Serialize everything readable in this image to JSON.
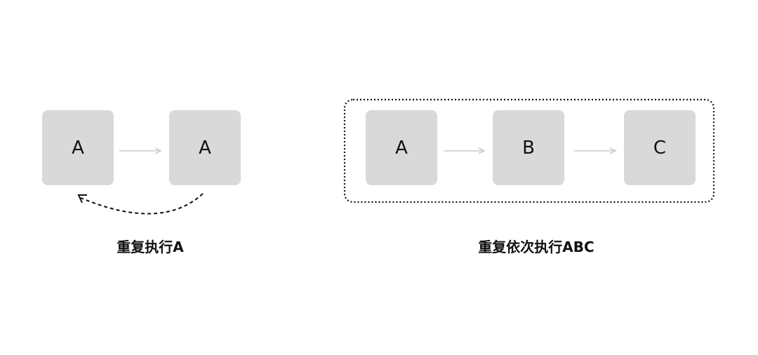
{
  "left_group": {
    "nodes": [
      "A",
      "A"
    ],
    "caption": "重复执行A"
  },
  "right_group": {
    "nodes": [
      "A",
      "B",
      "C"
    ],
    "caption": "重复依次执行ABC"
  },
  "colors": {
    "node_fill": "#d9d9d9",
    "arrow": "#cccccc",
    "dashed": "#111111",
    "text": "#111111"
  }
}
